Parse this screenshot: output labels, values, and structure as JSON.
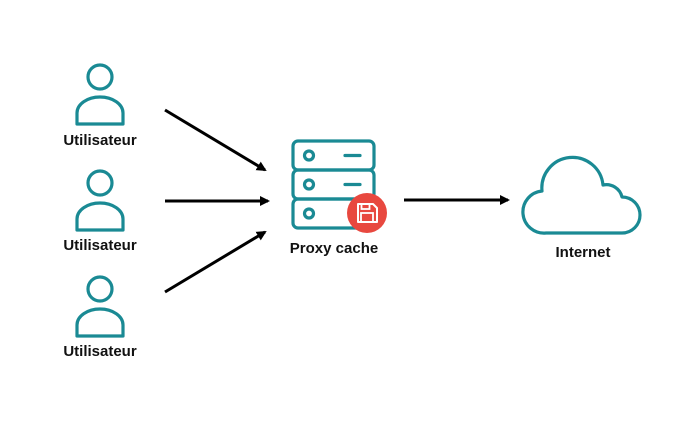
{
  "users": [
    {
      "label": "Utilisateur",
      "icon": "user-icon"
    },
    {
      "label": "Utilisateur",
      "icon": "user-icon"
    },
    {
      "label": "Utilisateur",
      "icon": "user-icon"
    }
  ],
  "proxy": {
    "label": "Proxy cache",
    "icon": "server-icon",
    "badge_icon": "save-icon"
  },
  "internet": {
    "label": "Internet",
    "icon": "cloud-icon"
  },
  "colors": {
    "icon": "#1a8a94",
    "arrow": "#000000",
    "badge": "#e8483f",
    "badge_icon": "#ffffff"
  }
}
